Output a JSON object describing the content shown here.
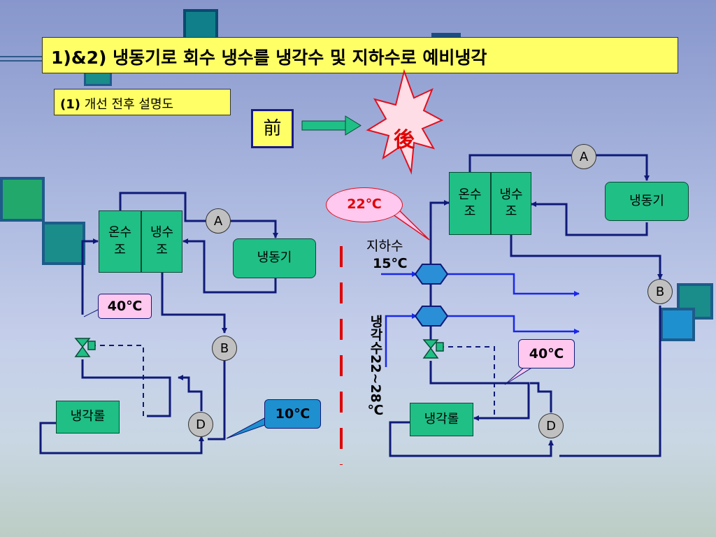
{
  "title": {
    "prefix": "1)&2)",
    "text": " 냉동기로 회수 냉수를 냉각수 및 지하수로 예비냉각"
  },
  "subtitle": {
    "prefix": "(1)",
    "text": " 개선 전후 설명도"
  },
  "before_label": "前",
  "after_label": "後",
  "left_diagram": {
    "hot_tank": "온수\n조",
    "cold_tank": "냉수\n조",
    "chiller": "냉동기",
    "cooling_coil": "냉각롤",
    "node_a": "A",
    "node_b": "B",
    "node_d": "D",
    "temp_40": "40℃",
    "temp_10": "10℃"
  },
  "right_diagram": {
    "hot_tank": "온수\n조",
    "cold_tank": "냉수\n조",
    "chiller": "냉동기",
    "cooling_coil": "냉각롤",
    "node_a": "A",
    "node_b": "B",
    "node_d": "D",
    "temp_22": "22℃",
    "temp_40": "40℃",
    "groundwater_label": "지하수",
    "groundwater_temp": "15℃",
    "cooling_water_label": "냉각수22~28℃"
  },
  "colors": {
    "pipe": "#0f1a78",
    "supply_line": "#1a28e8",
    "tank_fill": "#1fbf86",
    "title_bg": "#ffff66",
    "divider": "#e00000",
    "exchanger": "#2a8fd6"
  }
}
